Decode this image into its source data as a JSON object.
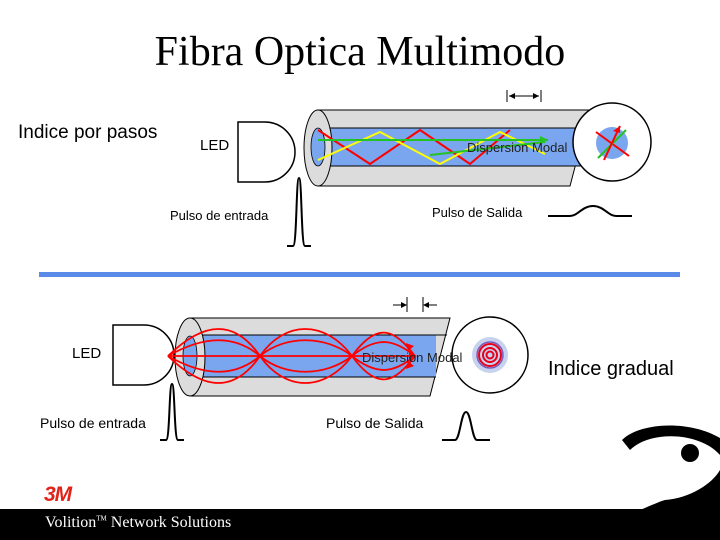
{
  "title": "Fibra Optica Multimodo",
  "step_index": {
    "heading": "Indice por pasos",
    "source_label": "LED",
    "dispersion_label": "Dispersion Modal",
    "input_pulse_label": "Pulso de entrada",
    "output_pulse_label": "Pulso de Salida"
  },
  "graded_index": {
    "heading": "Indice gradual",
    "source_label": "LED",
    "dispersion_label": "Dispersion Modal",
    "input_pulse_label": "Pulso de entrada",
    "output_pulse_label": "Pulso de Salida"
  },
  "footer": {
    "brand": "Volition",
    "trademark": "TM",
    "product": " Network Solutions",
    "logo": "3M"
  },
  "colors": {
    "core": "#6fa0ee",
    "cladding": "#dedede",
    "divider": "#5b8be8",
    "ray_red": "#ff0000",
    "ray_green": "#22c322",
    "ray_yellow": "#ffff00",
    "ring_red": "#e8001c",
    "ring_purple": "#7b5ab8",
    "footer_bg": "#000000",
    "logo_red": "#e2231a"
  }
}
